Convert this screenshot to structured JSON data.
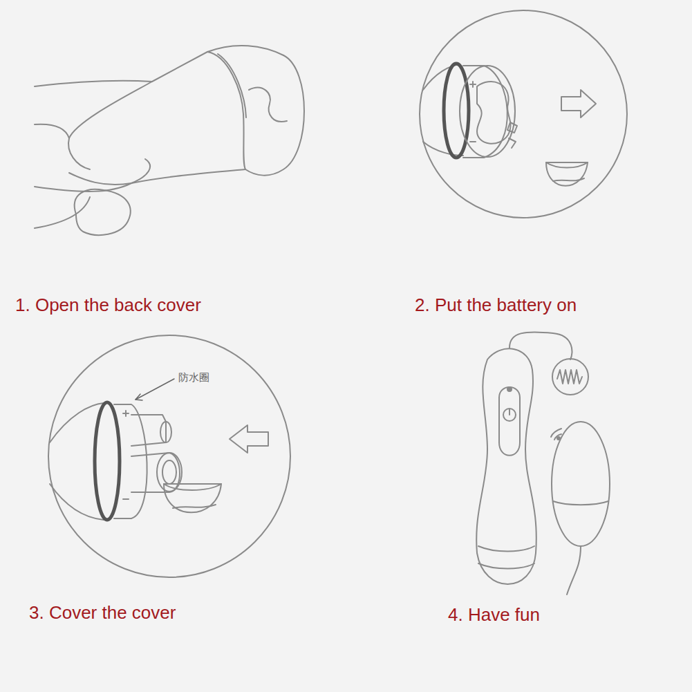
{
  "diagram": {
    "labels": [
      "1. Open the back cover",
      "2. Put the battery on",
      "防水圈",
      "3. Cover the cover",
      "4. Have fun"
    ]
  }
}
